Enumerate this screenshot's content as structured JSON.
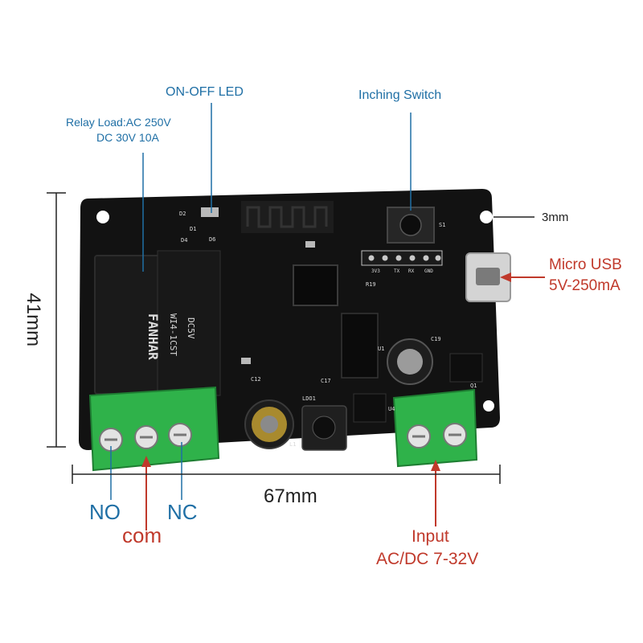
{
  "labels": {
    "on_off_led": "ON-OFF LED",
    "inching_switch": "Inching Switch",
    "relay_load_line1": "Relay Load:AC 250V",
    "relay_load_line2": "DC 30V 10A",
    "hole_size": "3mm",
    "micro_usb_line1": "Micro USB",
    "micro_usb_line2": "5V-250mA",
    "height": "41mm",
    "width": "67mm",
    "no": "NO",
    "com": "com",
    "nc": "NC",
    "input_line1": "Input",
    "input_line2": "AC/DC 7-32V"
  },
  "board": {
    "relay_brand": "FANHAR",
    "relay_model": "WI4-1CST",
    "relay_coil": "DC5V",
    "silkscreen": [
      "D2",
      "D1",
      "D4",
      "D6",
      "S1",
      "L1",
      "LDO1",
      "U4",
      "C19",
      "C17",
      "Q1",
      "R19",
      "U1",
      "C12",
      "GND",
      "RX",
      "TX",
      "3V3"
    ]
  },
  "colors": {
    "annotation_blue": "#1f6fa5",
    "annotation_red": "#c0392b",
    "pcb": "#111111",
    "terminal_green": "#2fb24a"
  }
}
